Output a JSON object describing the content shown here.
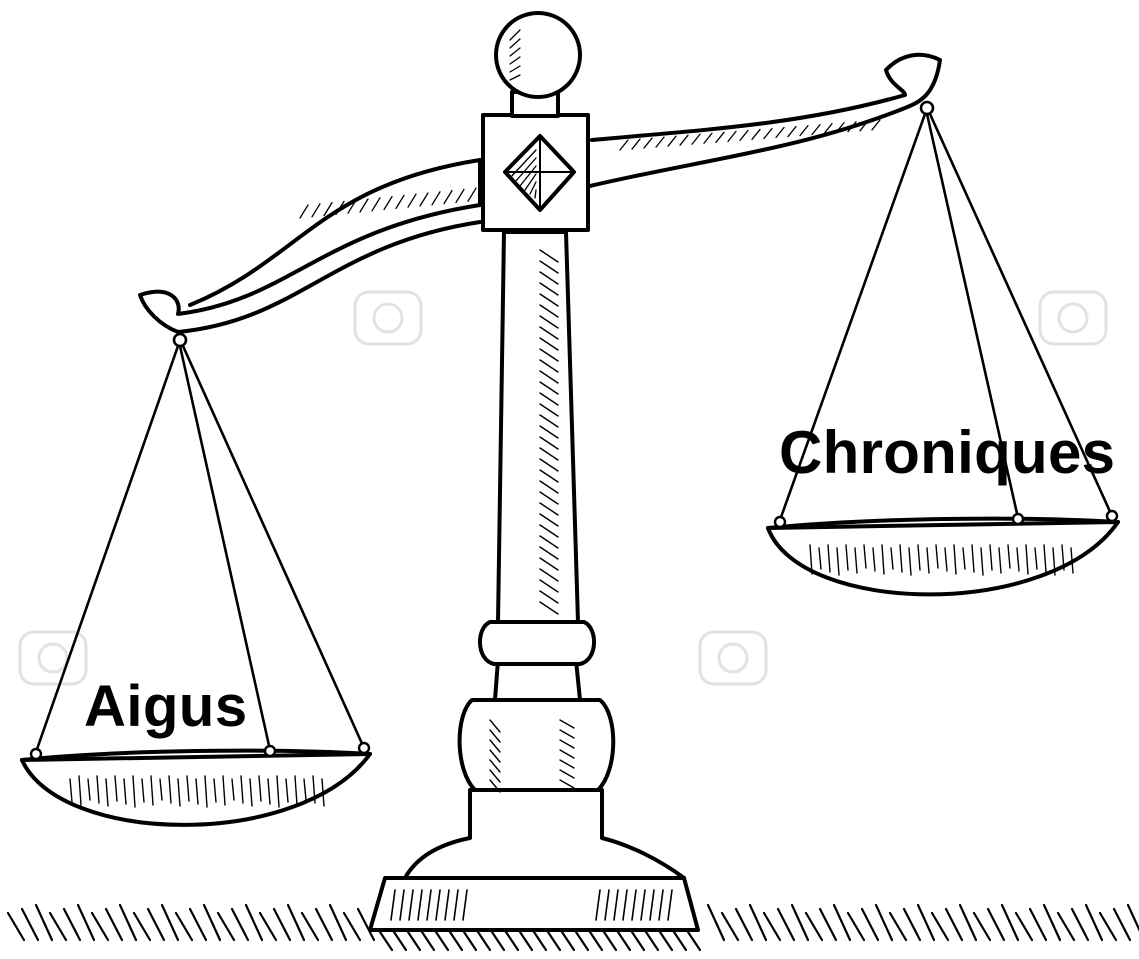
{
  "labels": {
    "left_pan": "Aigus",
    "right_pan": "Chroniques"
  },
  "illustration": {
    "subject": "scale-of-justice",
    "tilt": "left pan lower than right pan",
    "stroke_color": "#000000",
    "background_color": "#ffffff"
  }
}
